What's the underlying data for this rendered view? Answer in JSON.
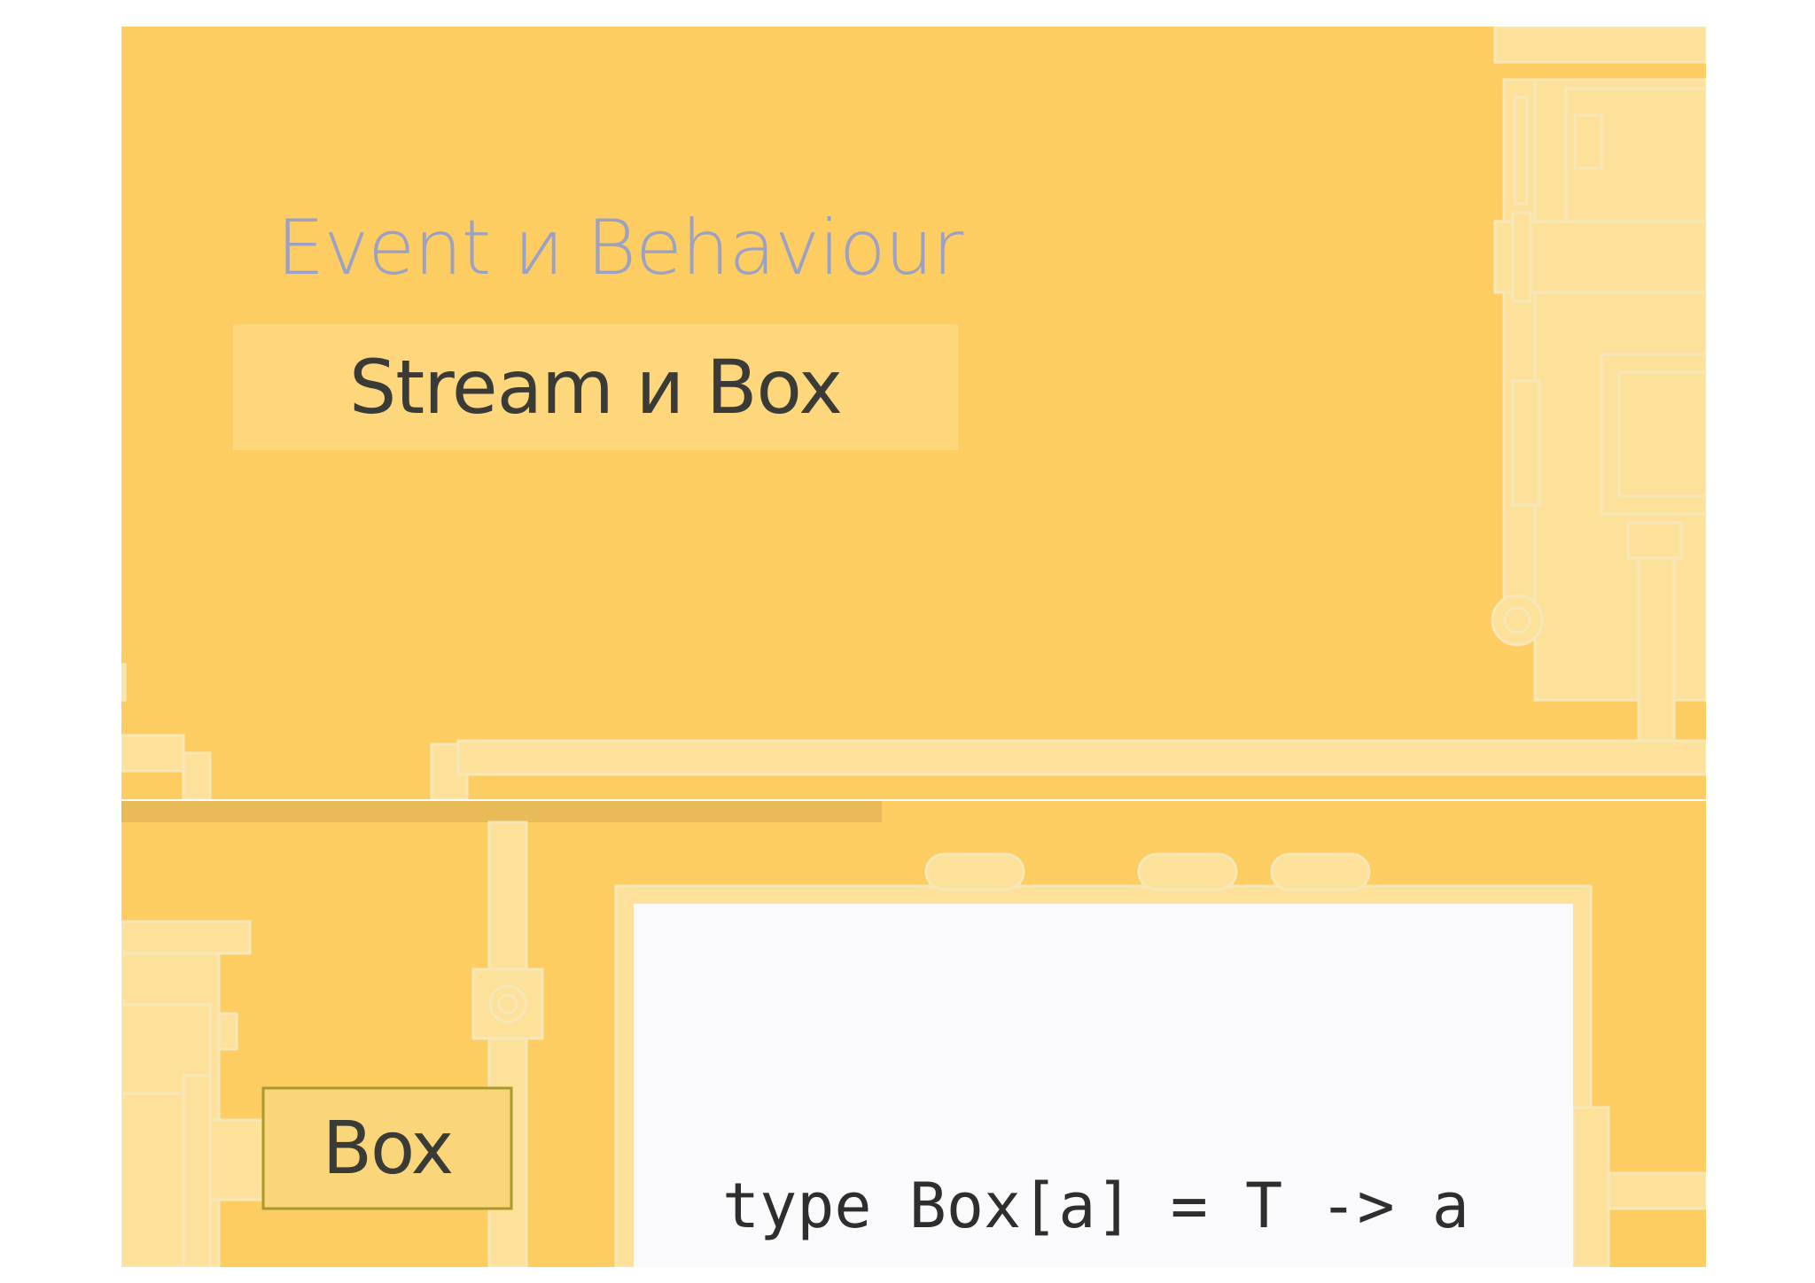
{
  "slides": {
    "top": {
      "subtitle": "Event и Behaviour",
      "title": "Stream и Box"
    },
    "bottom": {
      "box_label": "Box",
      "code": "type Box[a] = T -> a",
      "progress": 0.48
    }
  },
  "colors": {
    "background": "#fdcd62",
    "line_art": "#fbe8b0",
    "pill": "#fed77d",
    "subtitle": "#9aa1c4",
    "title": "#3a3a36",
    "box_border": "#a89a2c"
  }
}
